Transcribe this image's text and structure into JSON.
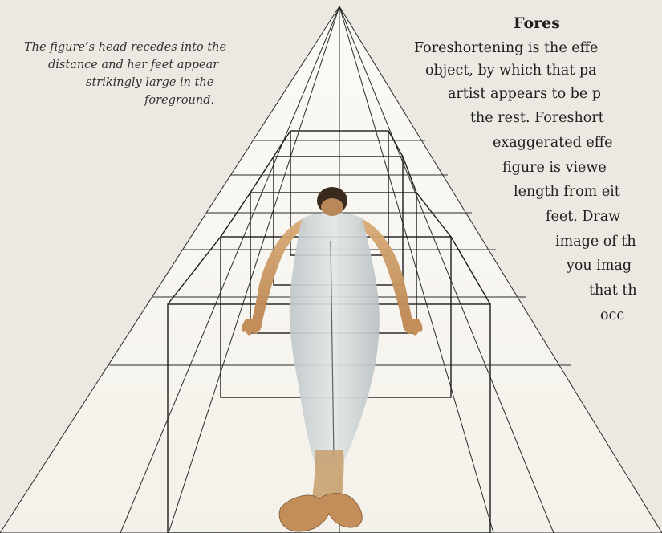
{
  "caption": {
    "lines": [
      "The figure’s head recedes into the",
      "distance and her feet appear",
      "strikingly large in the",
      "foreground."
    ]
  },
  "article": {
    "heading": "Fores",
    "lines": [
      "Foreshortening is the effe",
      "object, by which that pa",
      "artist appears to be p",
      "the rest. Foreshort",
      "exaggerated effe",
      "figure is viewe",
      "length from eit",
      "feet. Draw",
      "image of th",
      "you imag",
      "that th",
      "occ"
    ]
  },
  "colors": {
    "background": "#ece9e2",
    "pyramid": "#f7f5f0",
    "lines": "#1c1c1c",
    "figure_clothing": "#cdd3d4",
    "figure_skin": "#c99763",
    "figure_hair": "#3a2a1c"
  }
}
